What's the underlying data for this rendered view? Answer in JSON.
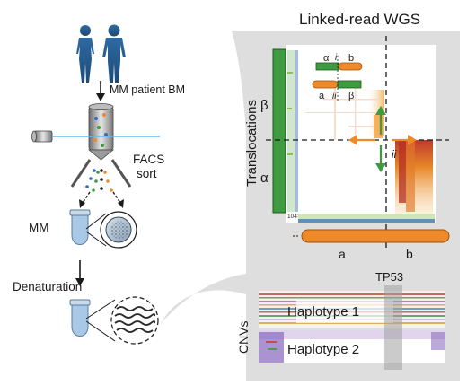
{
  "workflow": {
    "step_bm": "MM patient BM",
    "step_facs_line1": "FACS",
    "step_facs_line2": "sort",
    "step_mm": "MM",
    "step_denaturation": "Denaturation"
  },
  "linked_read": {
    "title": "Linked-read WGS",
    "translocations_label": "Translocations",
    "alpha": "α",
    "beta": "β",
    "a": "a",
    "b": "b",
    "roman_i": "i",
    "roman_ii": "ii",
    "coverage_scale": "104×"
  },
  "cnv": {
    "label": "CNVs",
    "gene": "TP53",
    "haplotype1": "Haplotype 1",
    "haplotype2": "Haplotype 2"
  },
  "colors": {
    "green": "#3f9b3f",
    "orange": "#ee8a2a",
    "blue_dots": "#2e6fb5",
    "panel_gray": "#dcdcdc",
    "tube_blue": "#a8c8e6",
    "person": "#2f6fa7"
  }
}
